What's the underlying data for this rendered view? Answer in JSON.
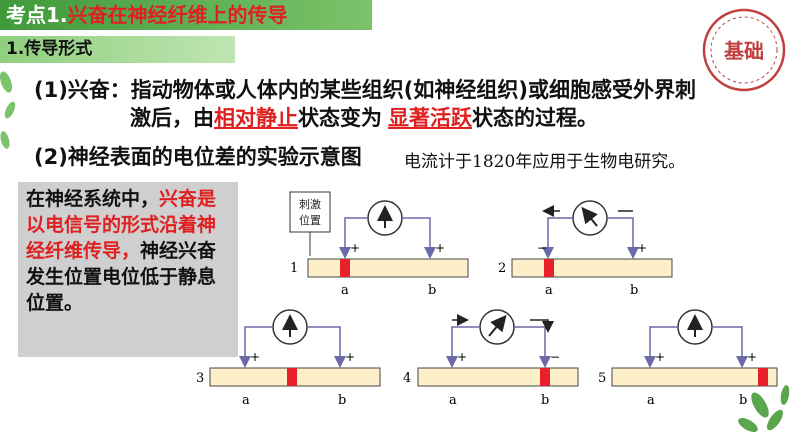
{
  "header": {
    "prefix": "考点1.",
    "title": "兴奋在神经纤维上的传导"
  },
  "section": {
    "label": "1.传导形式"
  },
  "stamp": {
    "label": "基础"
  },
  "para1": {
    "line1": "(1)兴奋：指动物体或人体内的某些组织(如神经组织)或细胞感受外界刺",
    "line2_a": "激后，由",
    "line2_hl1": "相对静止",
    "line2_b": "状态变为",
    "line2_hl2": "显著活跃",
    "line2_c": "状态的过程。"
  },
  "para2": {
    "label": "(2)神经表面的电位差的实验示意图"
  },
  "note": {
    "text": "电流计于1820年应用于生物电研究。"
  },
  "summary": {
    "part1": "在神经系统中，",
    "part2": "兴奋是以电信号的形式沿着神经纤维传导，",
    "part3": "神经兴奋发生位置电位低于静息位置。"
  },
  "diagram": {
    "stimulus_label_1": "刺激",
    "stimulus_label_2": "位置",
    "panels": [
      {
        "num": "1",
        "a": "a",
        "b": "b",
        "plus": "+",
        "minus": "+"
      },
      {
        "num": "2",
        "a": "a",
        "b": "b",
        "plus": "+",
        "minus": "−"
      },
      {
        "num": "3",
        "a": "a",
        "b": "b",
        "plus": "+",
        "minus": "+"
      },
      {
        "num": "4",
        "a": "a",
        "b": "b",
        "plus": "+",
        "minus": "−"
      },
      {
        "num": "5",
        "a": "a",
        "b": "b",
        "plus": "+",
        "minus": "+"
      }
    ]
  },
  "colors": {
    "accent_green": "#3f9a3a",
    "highlight_red": "#e02020",
    "nerve_fill": "#fdf0c8",
    "active_red": "#e8202a",
    "wire": "#6a6aa8"
  }
}
